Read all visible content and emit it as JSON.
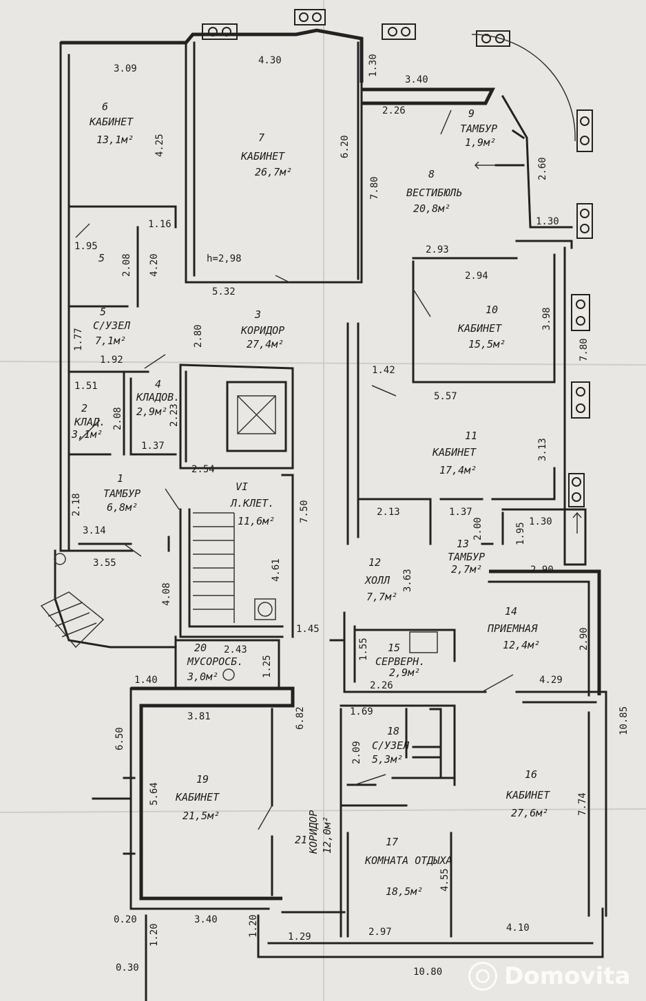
{
  "rooms": [
    {
      "num": "6",
      "name": "КАБИНЕТ",
      "area": "13,1м²"
    },
    {
      "num": "7",
      "name": "КАБИНЕТ",
      "area": "26,7м²"
    },
    {
      "num": "8",
      "name": "ВЕСТИБЮЛЬ",
      "area": "20,8м²"
    },
    {
      "num": "9",
      "name": "ТАМБУР",
      "area": "1,9м²"
    },
    {
      "num": "5",
      "name": "",
      "area": ""
    },
    {
      "num": "5",
      "name": "С/УЗЕЛ",
      "area": "7,1м²"
    },
    {
      "num": "3",
      "name": "КОРИДОР",
      "area": "27,4м²"
    },
    {
      "num": "10",
      "name": "КАБИНЕТ",
      "area": "15,5м²"
    },
    {
      "num": "2",
      "name": "КЛАД.",
      "area": "3,1м²"
    },
    {
      "num": "4",
      "name": "КЛАДОВ.",
      "area": "2,9м²"
    },
    {
      "num": "11",
      "name": "КАБИНЕТ",
      "area": "17,4м²"
    },
    {
      "num": "1",
      "name": "ТАМБУР",
      "area": "6,8м²"
    },
    {
      "num": "VI",
      "name": "Л.КЛЕТ.",
      "area": "11,6м²"
    },
    {
      "num": "12",
      "name": "ХОЛЛ",
      "area": "7,7м²"
    },
    {
      "num": "13",
      "name": "ТАМБУР",
      "area": "2,7м²"
    },
    {
      "num": "14",
      "name": "ПРИЕМНАЯ",
      "area": "12,4м²"
    },
    {
      "num": "15",
      "name": "СЕРВЕРН.",
      "area": "2,9м²"
    },
    {
      "num": "20",
      "name": "МУСОРОСБ.",
      "area": "3,0м²"
    },
    {
      "num": "18",
      "name": "С/УЗЕЛ",
      "area": "5,3м²"
    },
    {
      "num": "19",
      "name": "КАБИНЕТ",
      "area": "21,5м²"
    },
    {
      "num": "16",
      "name": "КАБИНЕТ",
      "area": "27,6м²"
    },
    {
      "num": "21",
      "name": "КОРИДОР",
      "area": "12,0м²"
    },
    {
      "num": "17",
      "name": "КОМНАТА ОТДЫХА",
      "area": "18,5м²"
    }
  ],
  "dimensions": {
    "d1": "3.09",
    "d2": "4.30",
    "d3": "1.30",
    "d4": "3.40",
    "d5": "2.26",
    "d6": "4.25",
    "d7": "6.20",
    "d8": "7.80",
    "d9": "2.60",
    "d10": "1.30",
    "d11": "1.16",
    "d12": "1.95",
    "d13": "2.08",
    "d14": "4.20",
    "d15": "h=2,98",
    "d16": "5.32",
    "d17": "2.93",
    "d18": "2.94",
    "d19": "3.98",
    "d20": "7.80",
    "d21": "1.77",
    "d22": "1.92",
    "d23": "2.80",
    "d24": "1.42",
    "d25": "5.57",
    "d26": "1.51",
    "d27": "2.08",
    "d28": "2.23",
    "d29": "1.37",
    "d30": "3.13",
    "d31": "2.54",
    "d32": "7.50",
    "d33": "2.18",
    "d34": "3.14",
    "d35": "2.13",
    "d36": "1.37",
    "d37": "2.00",
    "d38": "1.95",
    "d39": "1.30",
    "d40": "3.55",
    "d41": "4.08",
    "d42": "4.61",
    "d43": "3.63",
    "d44": "2.90",
    "d45": "1.45",
    "d46": "2.43",
    "d47": "1.25",
    "d48": "1.55",
    "d49": "2.90",
    "d50": "1.40",
    "d51": "2.26",
    "d52": "4.29",
    "d53": "3.81",
    "d54": "6.82",
    "d55": "1.69",
    "d56": "10.85",
    "d57": "6.50",
    "d58": "2.09",
    "d59": "5.64",
    "d60": "7.74",
    "d61": "4.55",
    "d62": "0.20",
    "d63": "3.40",
    "d64": "1.20",
    "d65": "1.29",
    "d66": "2.97",
    "d67": "4.10",
    "d68": "1.20",
    "d69": "10.80",
    "d70": "0.30"
  },
  "watermark": {
    "text": "Domovita"
  }
}
